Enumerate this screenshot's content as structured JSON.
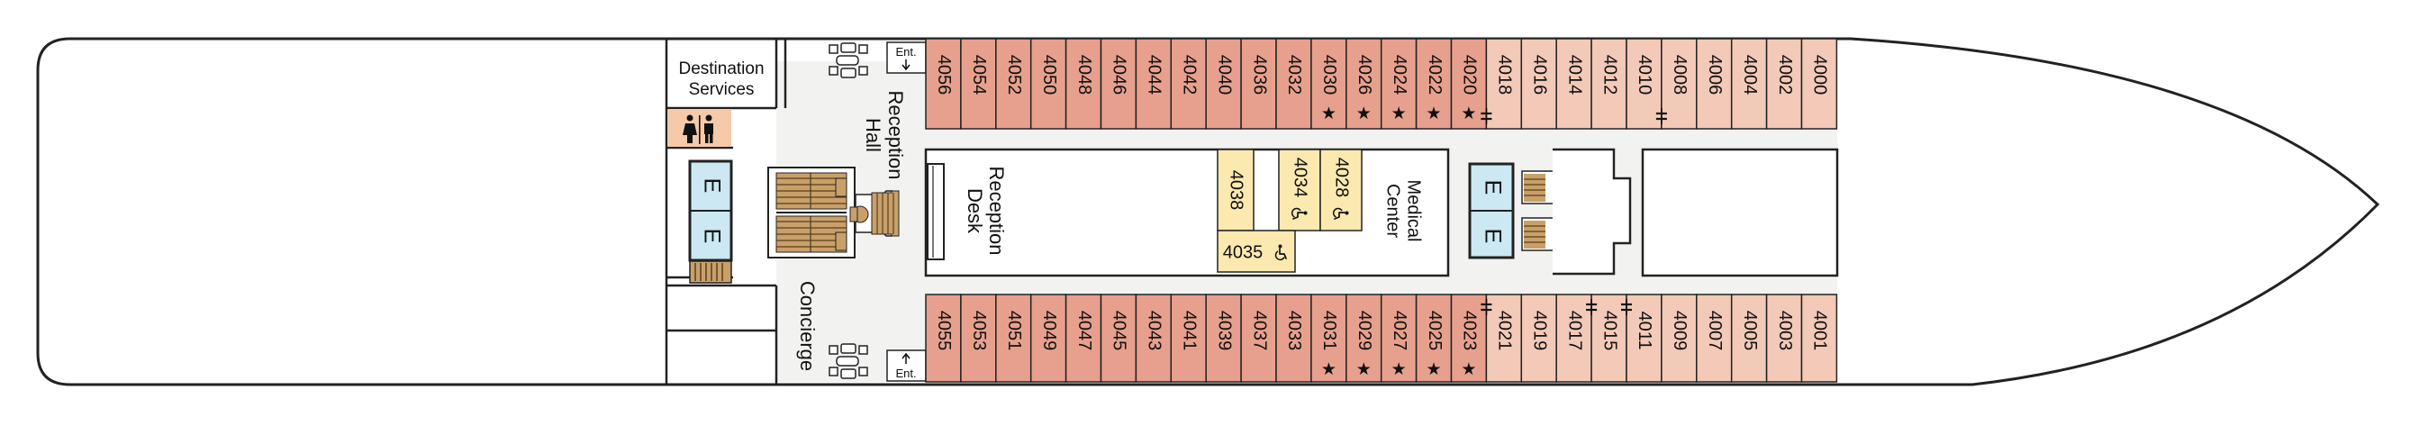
{
  "colors": {
    "cabin_dark": "#e7a08d",
    "cabin_light": "#f3c9b7",
    "cabin_accessible": "#fbe9b0",
    "corridor": "#f2f2f0",
    "elevator": "#cbe8f3",
    "restroom": "#f6c9a8",
    "stair": "#c9a06a",
    "outline": "#222222"
  },
  "labels": {
    "destination_services": [
      "Destination",
      "Services"
    ],
    "reception_hall": [
      "Reception",
      "Hall"
    ],
    "reception_desk": [
      "Reception",
      "Desk"
    ],
    "medical_center": [
      "Medical",
      "Center"
    ],
    "concierge": "Concierge",
    "entrance": "Ent.",
    "elevator": "E"
  },
  "icons": {
    "restroom": "restroom-icon",
    "lounge": "lounge-seating-icon",
    "stairs": "stairs-icon",
    "accessible": "wheelchair-icon",
    "star": "star-icon",
    "connecting": "connecting-door-icon"
  },
  "cabins": {
    "top_row": [
      {
        "number": "4056",
        "shade": "dark",
        "star": false,
        "connecting": false
      },
      {
        "number": "4054",
        "shade": "dark",
        "star": false,
        "connecting": false
      },
      {
        "number": "4052",
        "shade": "dark",
        "star": false,
        "connecting": false
      },
      {
        "number": "4050",
        "shade": "dark",
        "star": false,
        "connecting": false
      },
      {
        "number": "4048",
        "shade": "dark",
        "star": false,
        "connecting": false
      },
      {
        "number": "4046",
        "shade": "dark",
        "star": false,
        "connecting": false
      },
      {
        "number": "4044",
        "shade": "dark",
        "star": false,
        "connecting": false
      },
      {
        "number": "4042",
        "shade": "dark",
        "star": false,
        "connecting": false
      },
      {
        "number": "4040",
        "shade": "dark",
        "star": false,
        "connecting": false
      },
      {
        "number": "4036",
        "shade": "dark",
        "star": false,
        "connecting": false
      },
      {
        "number": "4032",
        "shade": "dark",
        "star": false,
        "connecting": false
      },
      {
        "number": "4030",
        "shade": "dark",
        "star": true,
        "connecting": false
      },
      {
        "number": "4026",
        "shade": "dark",
        "star": true,
        "connecting": false
      },
      {
        "number": "4024",
        "shade": "dark",
        "star": true,
        "connecting": false
      },
      {
        "number": "4022",
        "shade": "dark",
        "star": true,
        "connecting": false
      },
      {
        "number": "4020",
        "shade": "dark",
        "star": true,
        "connecting": false
      },
      {
        "number": "4018",
        "shade": "light",
        "star": false,
        "connecting": true
      },
      {
        "number": "4016",
        "shade": "light",
        "star": false,
        "connecting": false
      },
      {
        "number": "4014",
        "shade": "light",
        "star": false,
        "connecting": false
      },
      {
        "number": "4012",
        "shade": "light",
        "star": false,
        "connecting": false
      },
      {
        "number": "4010",
        "shade": "light",
        "star": false,
        "connecting": false
      },
      {
        "number": "4008",
        "shade": "light",
        "star": false,
        "connecting": true
      },
      {
        "number": "4006",
        "shade": "light",
        "star": false,
        "connecting": false
      },
      {
        "number": "4004",
        "shade": "light",
        "star": false,
        "connecting": false
      },
      {
        "number": "4002",
        "shade": "light",
        "star": false,
        "connecting": false
      },
      {
        "number": "4000",
        "shade": "light",
        "star": false,
        "connecting": false
      }
    ],
    "bottom_row": [
      {
        "number": "4055",
        "shade": "dark",
        "star": false,
        "connecting": false
      },
      {
        "number": "4053",
        "shade": "dark",
        "star": false,
        "connecting": false
      },
      {
        "number": "4051",
        "shade": "dark",
        "star": false,
        "connecting": false
      },
      {
        "number": "4049",
        "shade": "dark",
        "star": false,
        "connecting": false
      },
      {
        "number": "4047",
        "shade": "dark",
        "star": false,
        "connecting": false
      },
      {
        "number": "4045",
        "shade": "dark",
        "star": false,
        "connecting": false
      },
      {
        "number": "4043",
        "shade": "dark",
        "star": false,
        "connecting": false
      },
      {
        "number": "4041",
        "shade": "dark",
        "star": false,
        "connecting": false
      },
      {
        "number": "4039",
        "shade": "dark",
        "star": false,
        "connecting": false
      },
      {
        "number": "4037",
        "shade": "dark",
        "star": false,
        "connecting": false
      },
      {
        "number": "4033",
        "shade": "dark",
        "star": false,
        "connecting": false
      },
      {
        "number": "4031",
        "shade": "dark",
        "star": true,
        "connecting": false
      },
      {
        "number": "4029",
        "shade": "dark",
        "star": true,
        "connecting": false
      },
      {
        "number": "4027",
        "shade": "dark",
        "star": true,
        "connecting": false
      },
      {
        "number": "4025",
        "shade": "dark",
        "star": true,
        "connecting": false
      },
      {
        "number": "4023",
        "shade": "dark",
        "star": true,
        "connecting": false
      },
      {
        "number": "4021",
        "shade": "light",
        "star": false,
        "connecting": true
      },
      {
        "number": "4019",
        "shade": "light",
        "star": false,
        "connecting": false
      },
      {
        "number": "4017",
        "shade": "light",
        "star": false,
        "connecting": false
      },
      {
        "number": "4015",
        "shade": "light",
        "star": false,
        "connecting": true
      },
      {
        "number": "4011",
        "shade": "light",
        "star": false,
        "connecting": true
      },
      {
        "number": "4009",
        "shade": "light",
        "star": false,
        "connecting": false
      },
      {
        "number": "4007",
        "shade": "light",
        "star": false,
        "connecting": false
      },
      {
        "number": "4005",
        "shade": "light",
        "star": false,
        "connecting": false
      },
      {
        "number": "4003",
        "shade": "light",
        "star": false,
        "connecting": false
      },
      {
        "number": "4001",
        "shade": "light",
        "star": false,
        "connecting": false
      }
    ],
    "inner": [
      {
        "number": "4038",
        "accessible": false
      },
      {
        "number": "4034",
        "accessible": true
      },
      {
        "number": "4028",
        "accessible": true
      },
      {
        "number": "4035",
        "accessible": true
      }
    ]
  }
}
